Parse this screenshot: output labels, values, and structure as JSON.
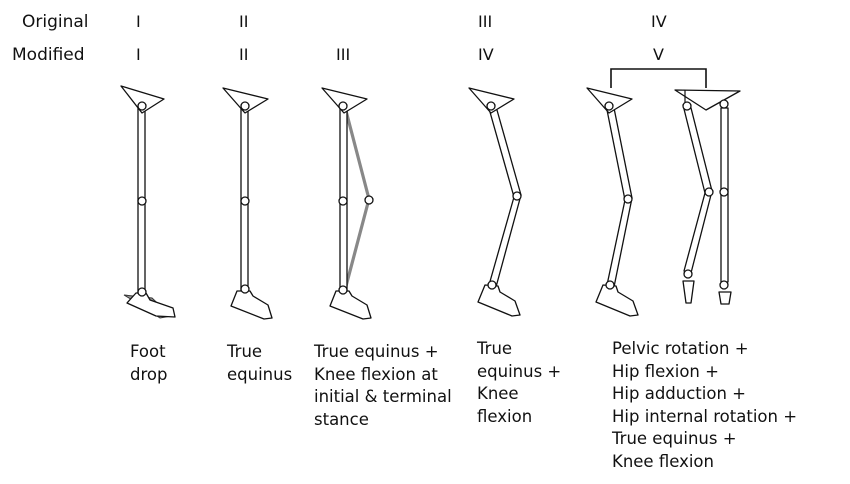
{
  "row_labels": {
    "original": "Original",
    "modified": "Modified"
  },
  "original_numerals": [
    "I",
    "II",
    "III",
    "IV"
  ],
  "modified_numerals": [
    "I",
    "II",
    "III",
    "IV",
    "V"
  ],
  "captions": [
    [
      "Foot",
      "drop"
    ],
    [
      "True",
      "equinus"
    ],
    [
      "True equinus +",
      "Knee flexion at",
      "initial & terminal",
      "stance"
    ],
    [
      "True",
      "equinus +",
      "Knee",
      "flexion"
    ],
    [
      "Pelvic rotation +",
      "Hip flexion +",
      "Hip adduction +",
      "Hip internal rotation +",
      "True equinus +",
      "Knee flexion"
    ]
  ]
}
